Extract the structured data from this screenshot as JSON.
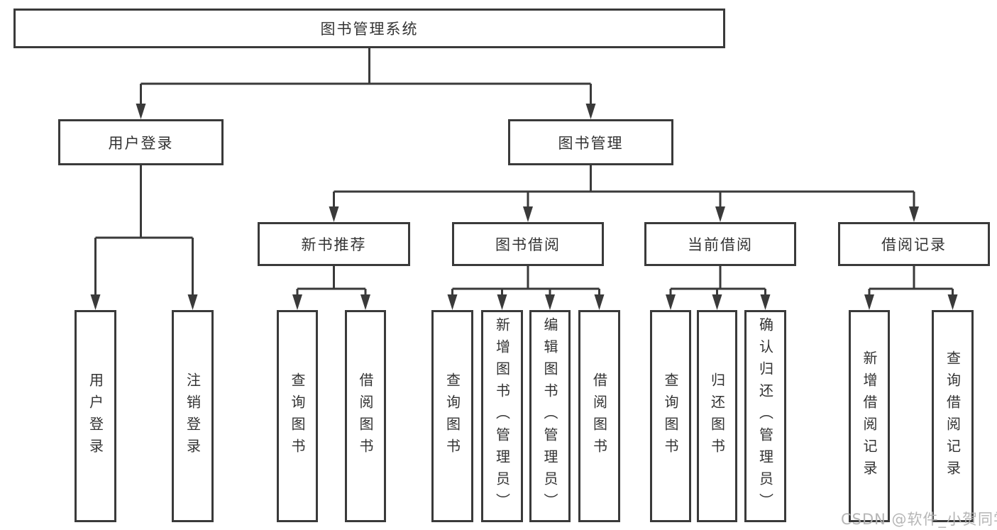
{
  "diagram": {
    "root_label": "图书管理系统",
    "level2": [
      {
        "label": "用户登录",
        "children": [
          {
            "label": "用户登录"
          },
          {
            "label": "注销登录"
          }
        ]
      },
      {
        "label": "图书管理",
        "children": [
          {
            "label": "新书推荐",
            "children": [
              {
                "label": "查询图书"
              },
              {
                "label": "借阅图书"
              }
            ]
          },
          {
            "label": "图书借阅",
            "children": [
              {
                "label": "查询图书"
              },
              {
                "label": "新增图书（管理员）"
              },
              {
                "label": "编辑图书（管理员）"
              },
              {
                "label": "借阅图书"
              }
            ]
          },
          {
            "label": "当前借阅",
            "children": [
              {
                "label": "查询图书"
              },
              {
                "label": "归还图书"
              },
              {
                "label": "确认归还（管理员）"
              }
            ]
          },
          {
            "label": "借阅记录",
            "children": [
              {
                "label": "新增借阅记录"
              },
              {
                "label": "查询借阅记录"
              }
            ]
          }
        ]
      }
    ]
  },
  "watermark": {
    "text": "CSDN @软件_小贺同学"
  },
  "colors": {
    "line": "#3a3a3a",
    "text": "#333333",
    "background": "#ffffff",
    "watermark": "#b0b0b0"
  }
}
